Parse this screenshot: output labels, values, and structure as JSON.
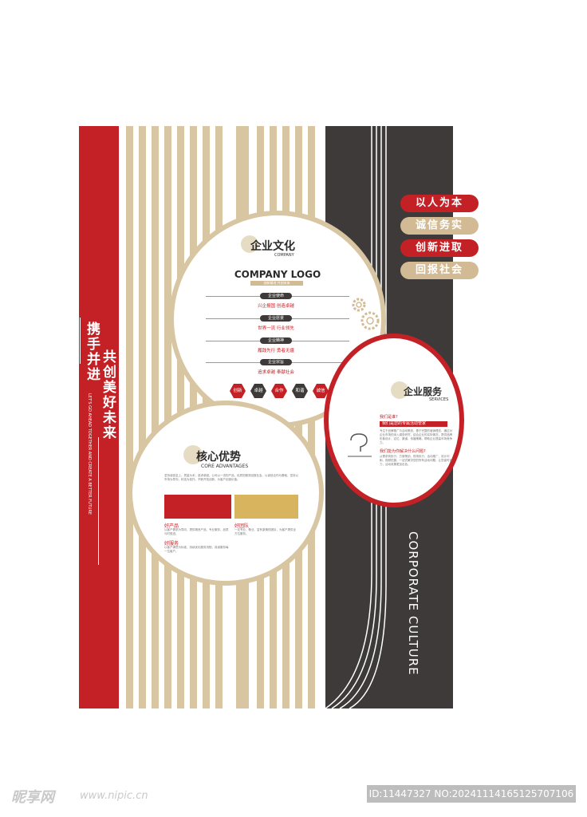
{
  "left_banner": {
    "line1": "携手并进",
    "line2": "共创美好未来",
    "english": "LET'S GO AHEAD TOGETHER AND CREATE A BETTER FUTURE"
  },
  "tags": [
    {
      "label": "以人为本",
      "color": "#c42126"
    },
    {
      "label": "诚信务实",
      "color": "#d2bb94"
    },
    {
      "label": "创新进取",
      "color": "#c42126"
    },
    {
      "label": "回报社会",
      "color": "#d2bb94"
    }
  ],
  "culture_circle": {
    "title": "企业文化",
    "subtitle": "COMPANY",
    "logo": "COMPANY LOGO",
    "slogan": "创新精进 共创未来",
    "rows": [
      {
        "pill": "企业使命",
        "text": "兴企报国 创造卓越"
      },
      {
        "pill": "企业愿景",
        "text": "世界一流 行业领先"
      },
      {
        "pill": "企业精神",
        "text": "履践先行 勇者无疆"
      },
      {
        "pill": "企业宗旨",
        "text": "追求卓越 奉献社会"
      }
    ],
    "hexes": [
      {
        "label": "创新",
        "color": "#c42126"
      },
      {
        "label": "卓越",
        "color": "#3d3a39"
      },
      {
        "label": "合作",
        "color": "#c42126"
      },
      {
        "label": "和谐",
        "color": "#3d3a39"
      },
      {
        "label": "诚信",
        "color": "#c42126"
      }
    ]
  },
  "service_circle": {
    "title": "企业服务",
    "subtitle": "SERVICES",
    "q1": "我们是谁?",
    "q1_bar": "我们是您的专属活动管家",
    "q1_body": "专注于品牌推广与活动策划，基于完整的营销理念，通过对企业市场的深入调查研究，结合企业的实际情况，提供品牌形象设计、定位、渠道、传播策略，帮助企业提高市场竞争力。",
    "q2": "我们能为你解决什么问题?",
    "q2_body": "从需求到执行，方案策划、现场执行、活动推广、设计印刷、视频拍摄，一站式解决您的所有活动问题，让您省时省力，活动效果更加出色。"
  },
  "advantage_circle": {
    "title": "核心优势",
    "subtitle": "CORE ADVANTAGES",
    "intro": "坚持诚信至上，质量为本，追求卓越。公司以一流的产品、优质的服务回报社会，以诚信合作为基础，坚持以市场为导向，科技为依托，不断开拓创新，为客户创造价值。",
    "red_box_color": "#c42126",
    "gold_box_color": "#d8b45e",
    "items": [
      {
        "title": "好产品",
        "body": "以客户需求为导向，提供精良产品、专业服务，品质与时俱进。"
      },
      {
        "title": "好团队",
        "body": "一支专业、敬业、富有激情的团队，为客户提供全方位服务。"
      },
      {
        "title": "好服务",
        "body": "以客户满意为标准，持续优化服务流程，真诚服务每一位客户。"
      }
    ]
  },
  "vertical_english": "CORPORATE CULTURE",
  "footer": {
    "brand": "昵享网",
    "url": "www.nipic.cn",
    "id": "ID:11447327 NO:20241114165125707106"
  }
}
